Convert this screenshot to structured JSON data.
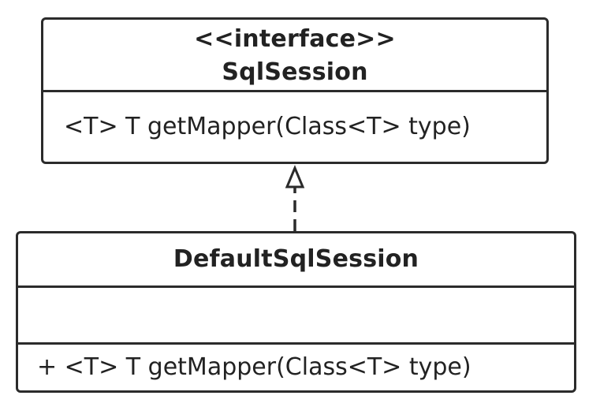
{
  "interface_class": {
    "stereotype": "<<interface>>",
    "name": "SqlSession",
    "operations": [
      "<T> T getMapper(Class<T> type)"
    ]
  },
  "implementation_class": {
    "name": "DefaultSqlSession",
    "attributes": [],
    "operations": [
      "+ <T> T getMapper(Class<T> type)"
    ]
  },
  "relationship": {
    "type": "realization",
    "from": "DefaultSqlSession",
    "to": "SqlSession"
  }
}
